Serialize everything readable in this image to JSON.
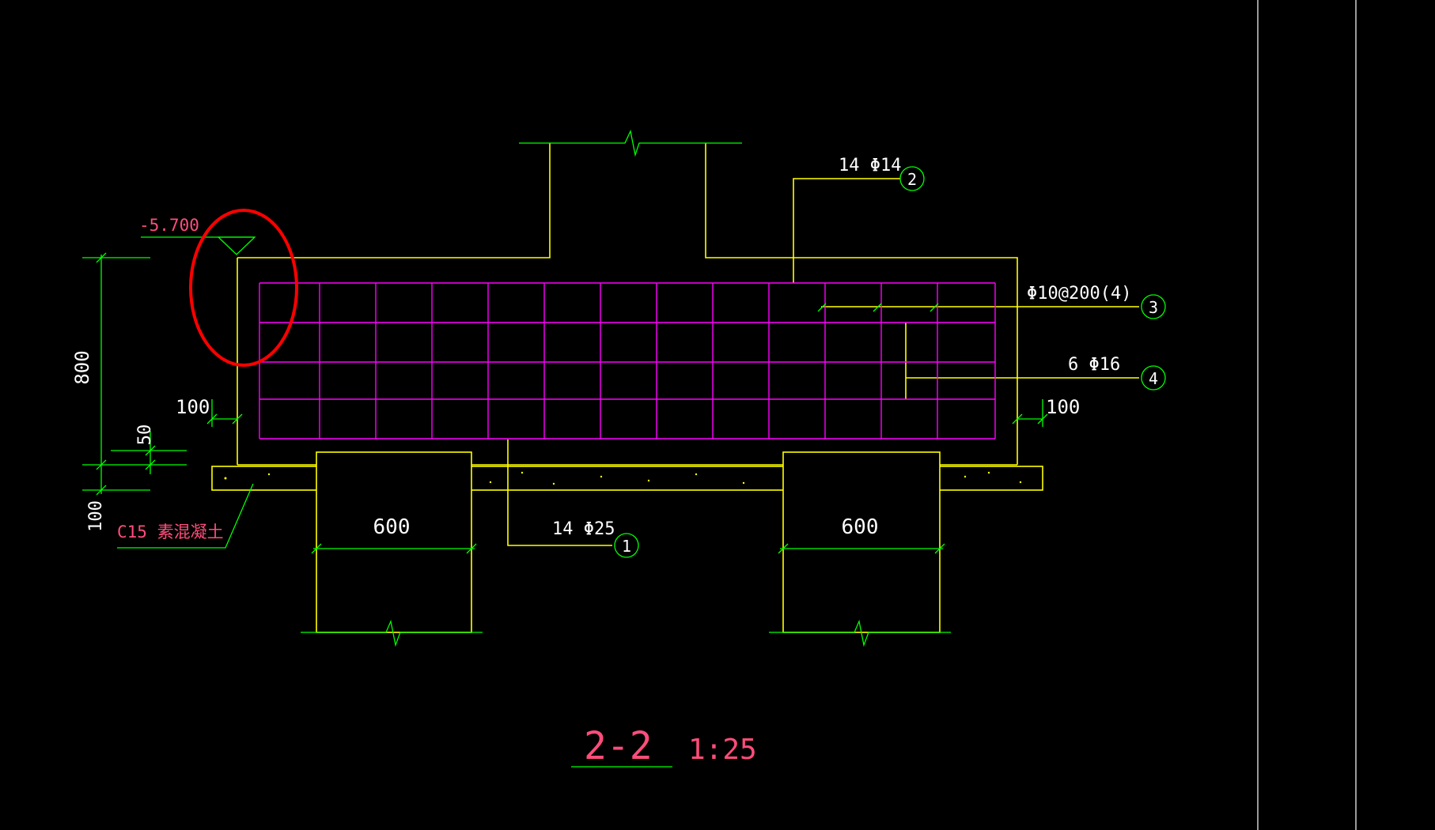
{
  "colors": {
    "background": "#000000",
    "concrete": "#ffff00",
    "dimension": "#00ff00",
    "rebar": "#ff00ff",
    "label_text": "#ffffff",
    "annotation_text": "#ff4d7a",
    "highlight": "#ff0000",
    "frame_line": "#ffffff"
  },
  "elevation": {
    "value": "-5.700"
  },
  "dimensions": {
    "height": "800",
    "cover_top_left": "100",
    "cover_right": "100",
    "cushion": "50",
    "blinding": "100",
    "pile_left_width": "600",
    "pile_right_width": "600"
  },
  "rebars": [
    {
      "id": "2",
      "label": "14 Φ14"
    },
    {
      "id": "3",
      "label": "Φ10@200(4)"
    },
    {
      "id": "4",
      "label": "6 Φ16"
    },
    {
      "id": "1",
      "label": "14 Φ25"
    }
  ],
  "blinding_label": "C15  素混凝土",
  "section": {
    "title": "2-2",
    "scale": "1:25"
  }
}
